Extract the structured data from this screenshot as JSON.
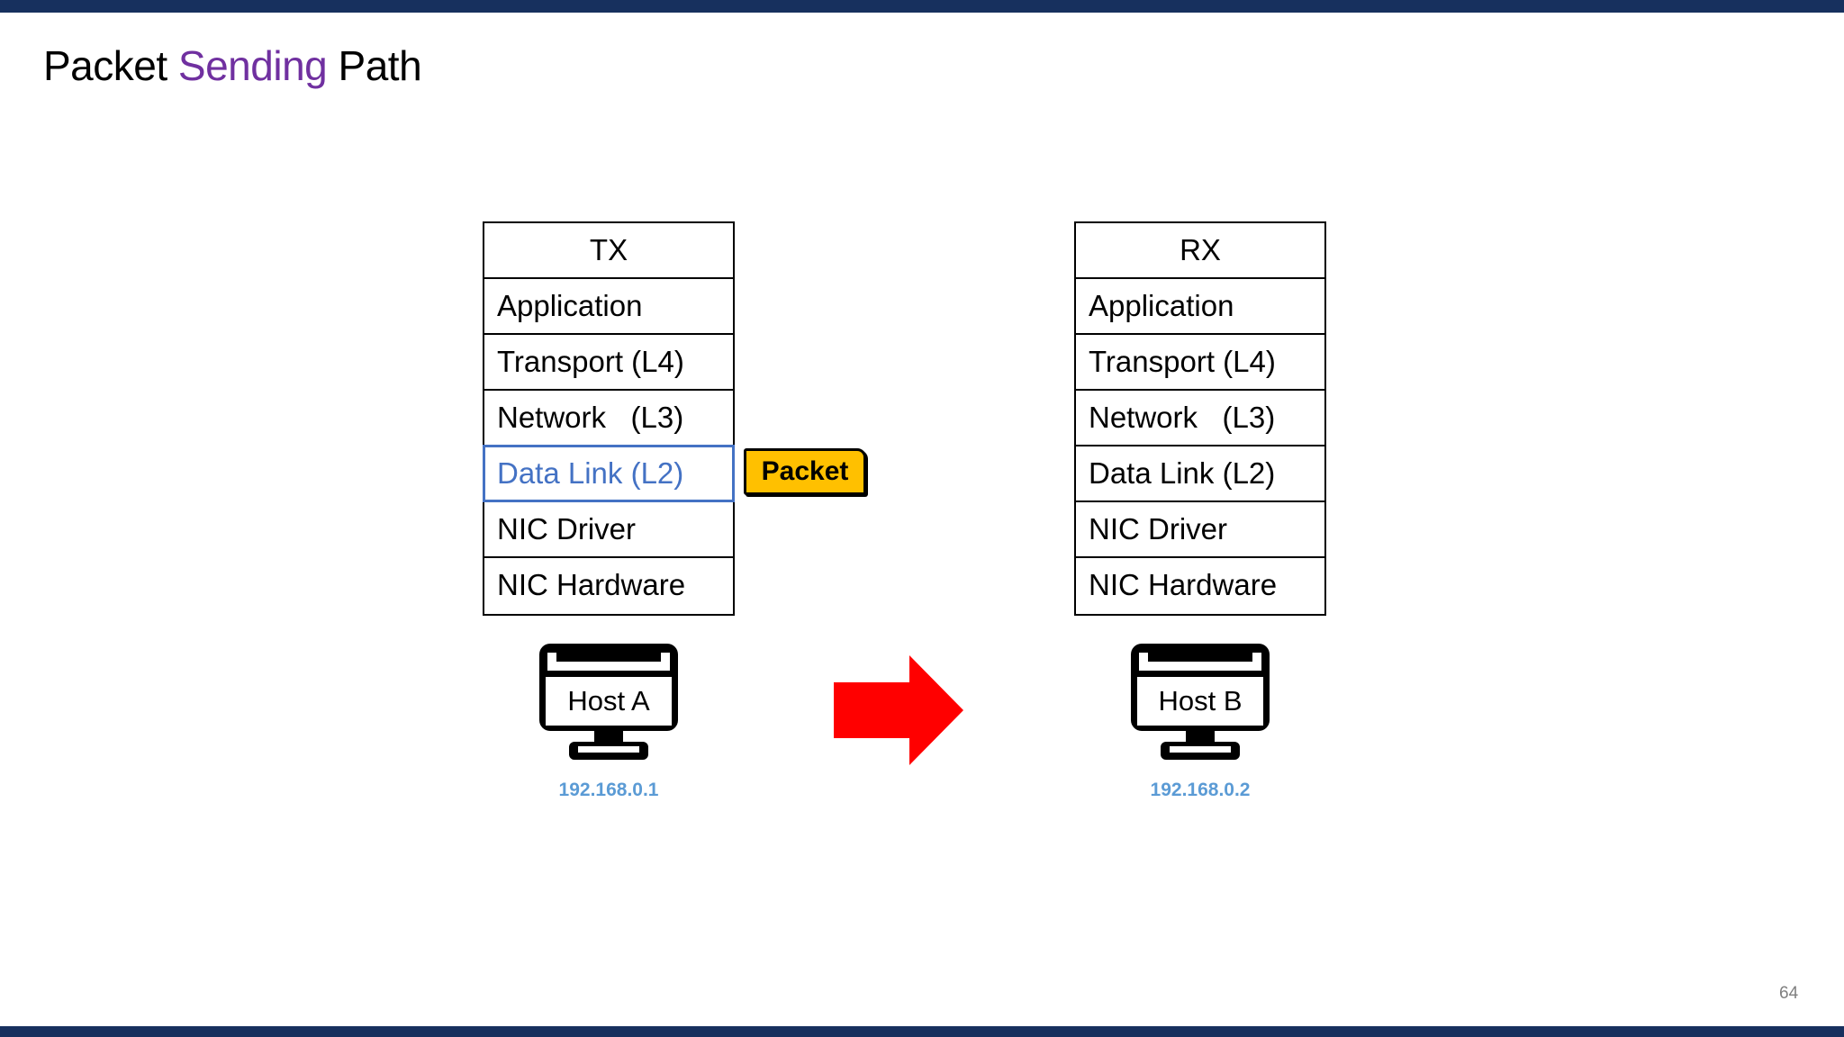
{
  "slide": {
    "title_part1": "Packet",
    "title_accent": "Sending",
    "title_part2": "Path",
    "page_number": "64"
  },
  "colors": {
    "top_bar": "#17305e",
    "title_accent": "#7030a0",
    "highlight": "#4472c4",
    "packet_fill": "#ffc000",
    "arrow": "#ff0000",
    "ip_text": "#5b9bd5"
  },
  "tx_stack": {
    "header": "TX",
    "layers": [
      "Application",
      "Transport (L4)",
      "Network   (L3)",
      "Data Link (L2)",
      "NIC Driver",
      "NIC Hardware"
    ],
    "highlighted_layer": "Data Link (L2)"
  },
  "rx_stack": {
    "header": "RX",
    "layers": [
      "Application",
      "Transport (L4)",
      "Network   (L3)",
      "Data Link (L2)",
      "NIC Driver",
      "NIC Hardware"
    ]
  },
  "packet_label": "Packet",
  "host_a": {
    "label": "Host A",
    "ip": "192.168.0.1",
    "icon": "computer-monitor-icon"
  },
  "host_b": {
    "label": "Host B",
    "ip": "192.168.0.2",
    "icon": "computer-monitor-icon"
  },
  "arrow": {
    "icon": "right-arrow-icon",
    "direction": "right"
  }
}
